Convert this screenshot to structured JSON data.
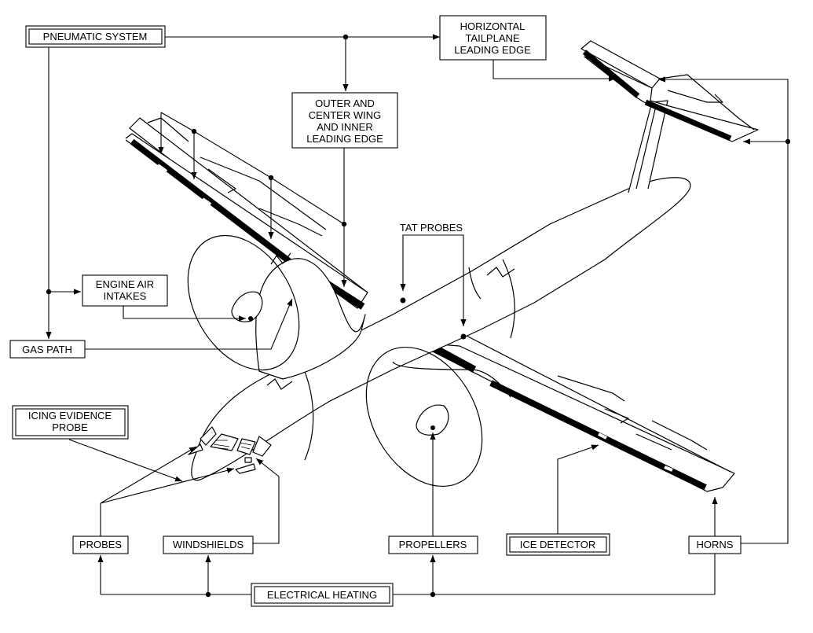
{
  "labels": {
    "pneumatic_system": "PNEUMATIC SYSTEM",
    "horizontal_tailplane": [
      "HORIZONTAL",
      "TAILPLANE",
      "LEADING EDGE"
    ],
    "outer_center_wing": [
      "OUTER AND",
      "CENTER WING",
      "AND INNER",
      "LEADING EDGE"
    ],
    "tat_probes": "TAT PROBES",
    "engine_air_intakes": [
      "ENGINE AIR",
      "INTAKES"
    ],
    "gas_path": "GAS PATH",
    "icing_evidence_probe": [
      "ICING EVIDENCE",
      "PROBE"
    ],
    "probes": "PROBES",
    "windshields": "WINDSHIELDS",
    "propellers": "PROPELLERS",
    "ice_detector": "ICE DETECTOR",
    "horns": "HORNS",
    "electrical_heating": "ELECTRICAL HEATING"
  },
  "colors": {
    "line": "#000000",
    "background": "#ffffff"
  }
}
